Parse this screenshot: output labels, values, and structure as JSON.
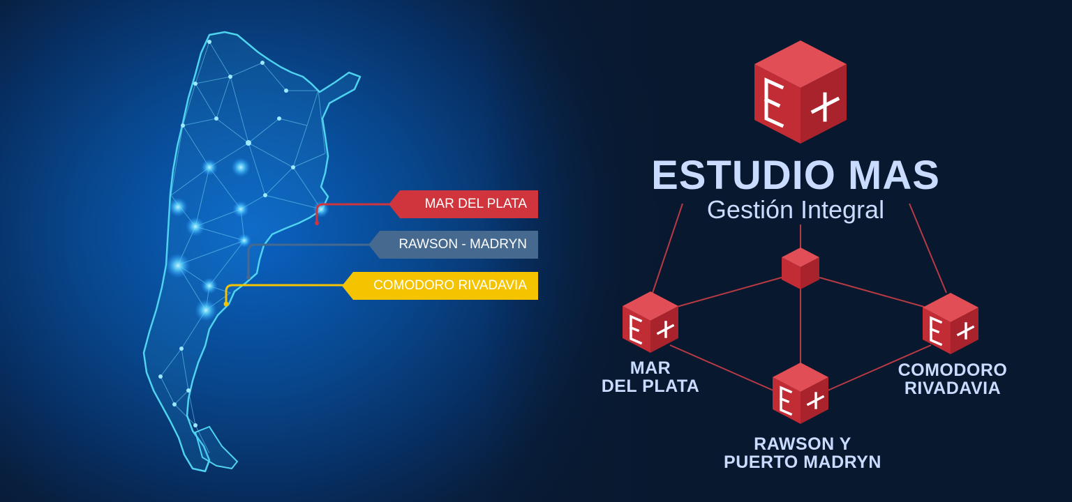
{
  "map_tags": {
    "mar_del_plata": "MAR DEL PLATA",
    "rawson_madryn": "RAWSON - MADRYN",
    "comodoro": "COMODORO RIVADAVIA"
  },
  "brand": {
    "logo_text": "E+",
    "title": "ESTUDIO MAS",
    "subtitle": "Gestión Integral"
  },
  "offices": {
    "mar_del_plata": {
      "line1": "MAR",
      "line2": "DEL PLATA"
    },
    "comodoro": {
      "line1": "COMODORO",
      "line2": "RIVADAVIA"
    },
    "rawson": {
      "line1": "RAWSON Y",
      "line2": "PUERTO MADRYN"
    }
  },
  "colors": {
    "red": "#d0343c",
    "slate": "#46698f",
    "yellow": "#f5c400",
    "brand_text": "#c9dcff",
    "map_line": "#4fd4f0"
  }
}
